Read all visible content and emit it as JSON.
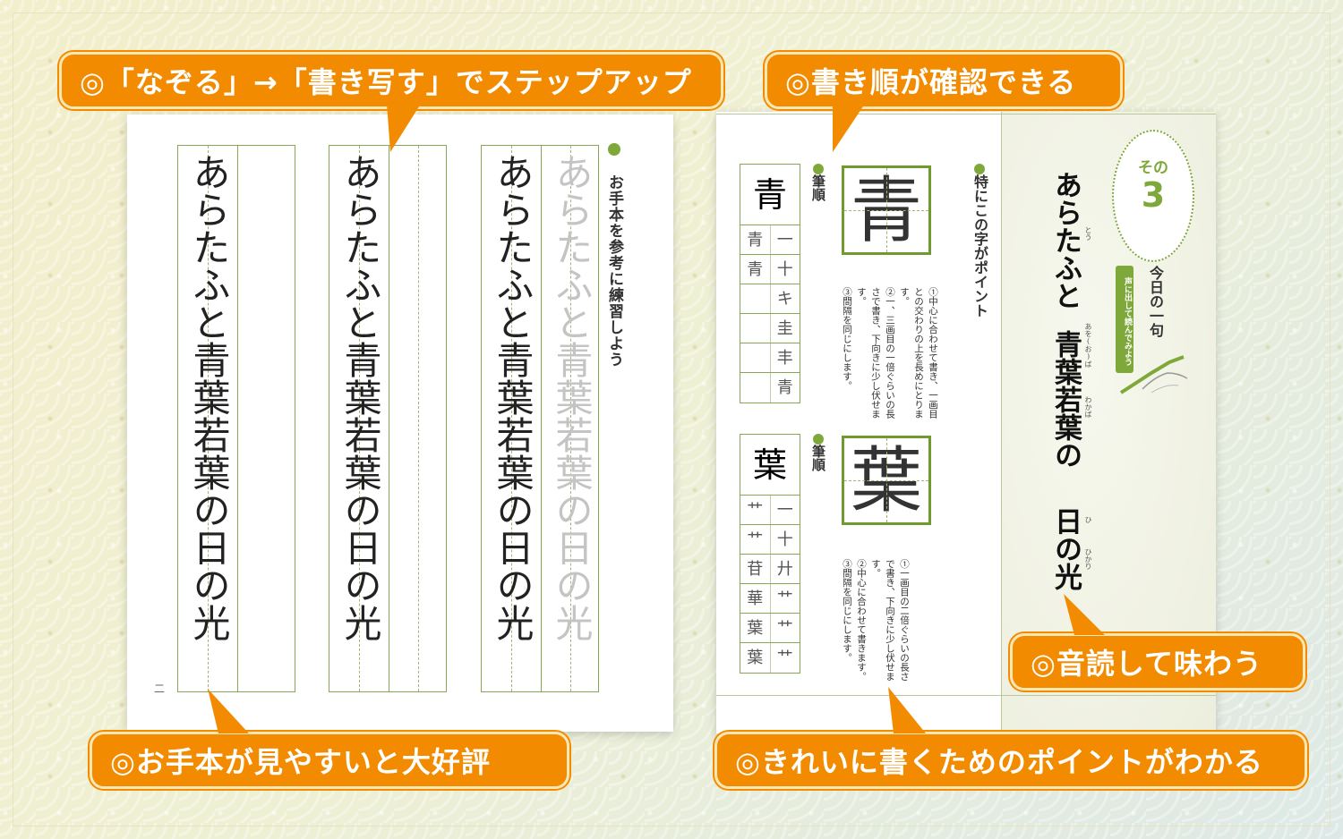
{
  "callouts": {
    "trace_copy": "◎「なぞる」→「書き写す」でステップアップ",
    "stroke_order": "◎書き順が確認できる",
    "easy_to_see": "◎お手本が見やすいと大好評",
    "writing_points": "◎きれいに書くためのポイントがわかる",
    "read_aloud": "◎音読して味わう"
  },
  "left_page": {
    "heading": "お手本を参考に練習しよう",
    "phrase_line": "あらたふと青葉若葉の日の光",
    "page_number": "二"
  },
  "right_page": {
    "section_stroke": "筆順",
    "section_point": "特にこの字がポイント",
    "char1": {
      "big": "青",
      "steps": [
        [
          "青",
          "一"
        ],
        [
          "青",
          "十"
        ],
        [
          "",
          "キ"
        ],
        [
          "",
          "圭"
        ],
        [
          "",
          "丰"
        ],
        [
          "",
          "青"
        ]
      ],
      "notes": [
        "①中心に合わせて書き、一画目との交わりの上を長めにとります。",
        "②一、三画目の一倍ぐらいの長さで書き、下向きに少し伏せます。",
        "③間隔を同じにします。"
      ]
    },
    "char2": {
      "big": "葉",
      "steps": [
        [
          "艹",
          "一"
        ],
        [
          "艹",
          "十"
        ],
        [
          "苷",
          "廾"
        ],
        [
          "華",
          "艹"
        ],
        [
          "葉",
          "艹"
        ],
        [
          "葉",
          "艹"
        ]
      ],
      "notes": [
        "①一画目の二倍ぐらいの長さで書き、下向きに少し伏せます。",
        "②中心に合わせて書きます。",
        "③間隔を同じにします。"
      ]
    },
    "sono": "その",
    "sono_num": "3",
    "todays_phrase": "今日の一句",
    "read_aloud_note": "声に出して読んでみよう",
    "phrase_part1": "あらたふと",
    "phrase_part2": "青葉若葉の",
    "phrase_part3": "日の光",
    "ruby_to": "とう",
    "ruby_aoba": "あを(お)ば",
    "ruby_wakaba": "わかば",
    "ruby_hi": "ひ",
    "ruby_hikari": "ひかり"
  },
  "colors": {
    "accent_orange": "#f28b00",
    "accent_green": "#7ea83a"
  }
}
